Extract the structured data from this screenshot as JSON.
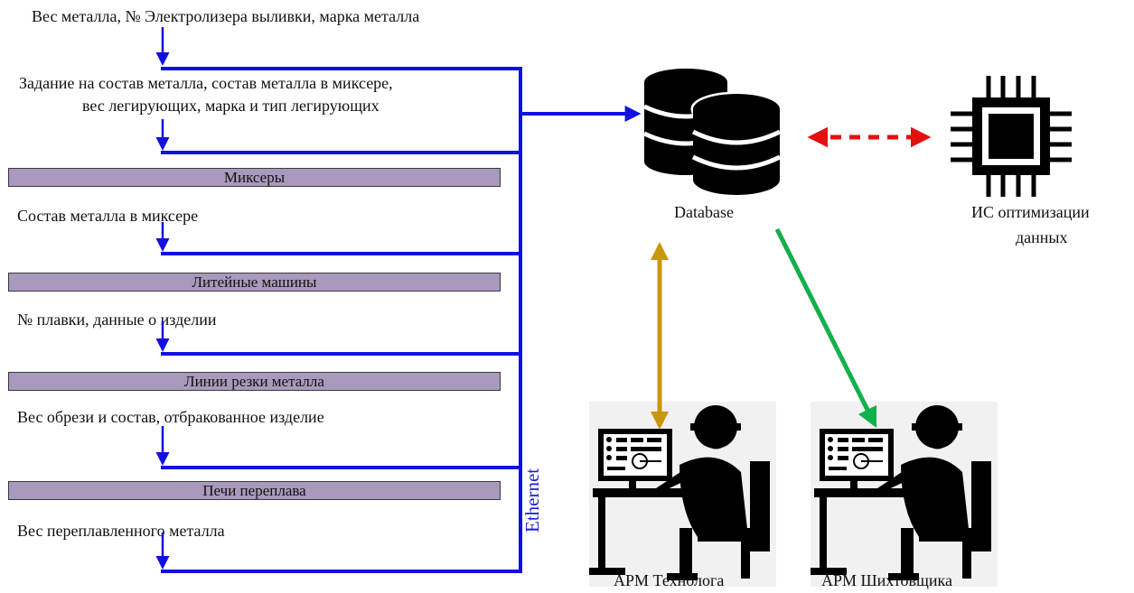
{
  "left": {
    "top_text": "Вес металла, № Электролизера выливки, марка металла",
    "spec_line1": "Задание на состав металла, состав металла в миксере,",
    "spec_line2": "вес легирующих, марка и тип легирующих",
    "sections": [
      {
        "title": "Миксеры",
        "note": "Состав металла в миксере"
      },
      {
        "title": "Литейные машины",
        "note": "№ плавки, данные о изделии"
      },
      {
        "title": "Линии резки металла",
        "note": "Вес обрези и состав, отбракованное изделие"
      },
      {
        "title": "Печи переплава",
        "note": "Вес переплавленного металла"
      }
    ]
  },
  "network_label": "Ethernet",
  "nodes": {
    "database": "Database",
    "optimizer_line1": "ИС оптимизации",
    "optimizer_line2": "данных",
    "arm_technologist": "АРМ Технолога",
    "arm_charger": "АРМ Шихтовщика"
  },
  "colors": {
    "bus": "#1010e0",
    "bar_fill": "#a899bd",
    "arrow_red": "#e31010",
    "arrow_gold": "#c8960a",
    "arrow_green": "#13b04a"
  },
  "icons": [
    "database-icon",
    "chip-icon",
    "operator-workstation-icon"
  ]
}
